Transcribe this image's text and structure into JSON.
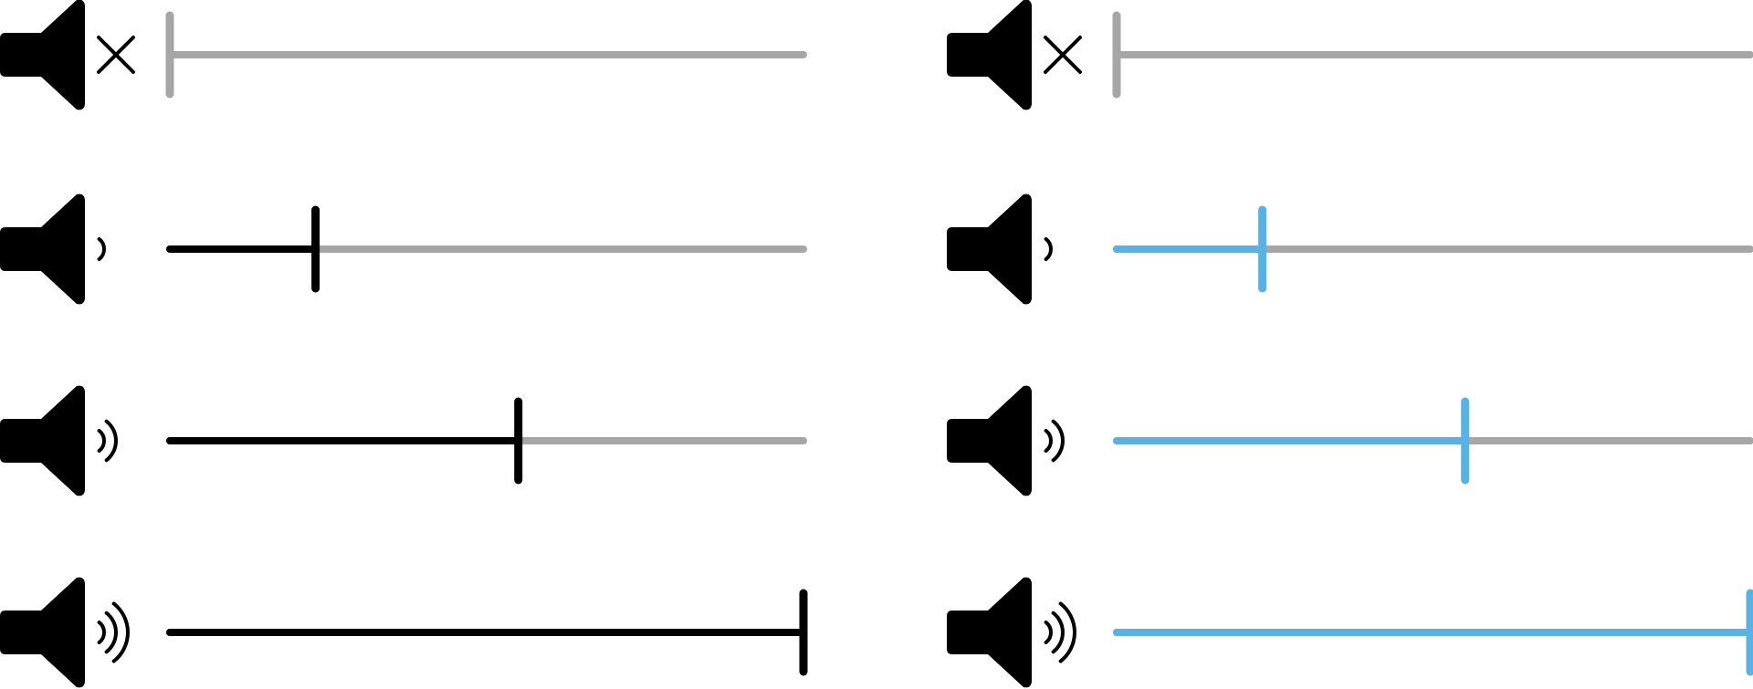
{
  "colors": {
    "icon": "#000000",
    "track_inactive": "#a6a6a6",
    "fill_black": "#000000",
    "fill_blue": "#5bb2e2"
  },
  "columns": [
    {
      "fill_color": "#000000",
      "sliders": [
        {
          "icon": "speaker-muted-icon",
          "level": 0.0
        },
        {
          "icon": "speaker-low-volume-icon",
          "level": 0.23
        },
        {
          "icon": "speaker-medium-volume-icon",
          "level": 0.55
        },
        {
          "icon": "speaker-high-volume-icon",
          "level": 1.0
        }
      ]
    },
    {
      "fill_color": "#5bb2e2",
      "sliders": [
        {
          "icon": "speaker-muted-icon",
          "level": 0.0
        },
        {
          "icon": "speaker-low-volume-icon",
          "level": 0.23
        },
        {
          "icon": "speaker-medium-volume-icon",
          "level": 0.55
        },
        {
          "icon": "speaker-high-volume-icon",
          "level": 1.0
        }
      ]
    }
  ]
}
